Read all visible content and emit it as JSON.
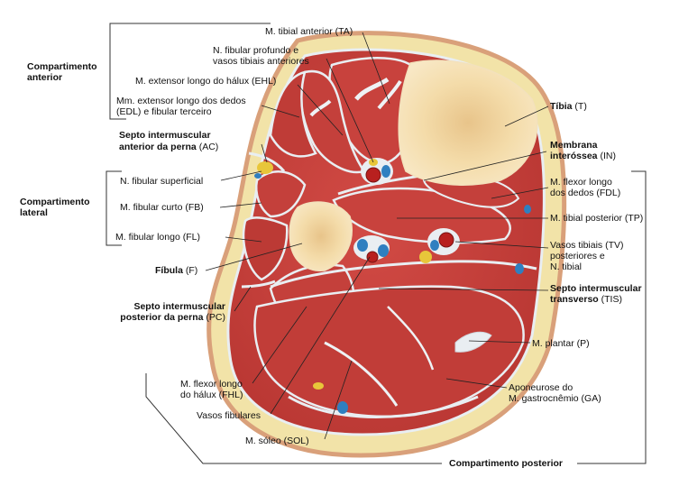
{
  "labels": {
    "tibial_anterior": "M. tibial anterior (TA)",
    "fibular_profundo_1": "N. fibular profundo e",
    "fibular_profundo_2": "vasos tibiais anteriores",
    "ehl": "M. extensor longo do hálux (EHL)",
    "edl_1": "Mm. extensor longo dos dedos",
    "edl_2": "(EDL) e fibular terceiro",
    "ac_1": "Septo intermuscular",
    "ac_2": "anterior da perna",
    "ac_2_abbr": " (AC)",
    "fibular_superficial": "N. fibular superficial",
    "fb": "M. fibular curto (FB)",
    "fl": "M. fibular longo (FL)",
    "fibula": "Fíbula",
    "fibula_abbr": " (F)",
    "pc_1": "Septo intermuscular",
    "pc_2": "posterior da perna",
    "pc_2_abbr": " (PC)",
    "fhl_1": "M. flexor longo",
    "fhl_2": "do hálux (FHL)",
    "vasos_fibulares": "Vasos fibulares",
    "sol": "M. sóleo (SOL)",
    "tibia": "Tíbia",
    "tibia_abbr": " (T)",
    "in_1": "Membrana",
    "in_2": "interóssea",
    "in_2_abbr": " (IN)",
    "fdl_1": "M. flexor longo",
    "fdl_2": "dos dedos (FDL)",
    "tp": "M. tibial posterior (TP)",
    "tv_1": "Vasos tibiais (TV)",
    "tv_2": "posteriores e",
    "tv_3": "N. tibial",
    "tis_1": "Septo intermuscular",
    "tis_2": "transverso",
    "tis_2_abbr": " (TIS)",
    "plantar": "M. plantar (P)",
    "ga_1": "Aponeurose do",
    "ga_2": "M. gastrocnêmio (GA)"
  },
  "compartments": {
    "anterior_1": "Compartimento",
    "anterior_2": "anterior",
    "lateral_1": "Compartimento",
    "lateral_2": "lateral",
    "posterior": "Compartimento posterior"
  },
  "colors": {
    "skin": "#d9a07a",
    "fat": "#f2e3a8",
    "muscle": "#c8423d",
    "muscle_dark": "#a8302c",
    "bone": "#f6e2b8",
    "fascia": "#e9eef2",
    "artery": "#b8201f",
    "vein": "#2f7fc0",
    "nerve": "#e8c63a"
  }
}
